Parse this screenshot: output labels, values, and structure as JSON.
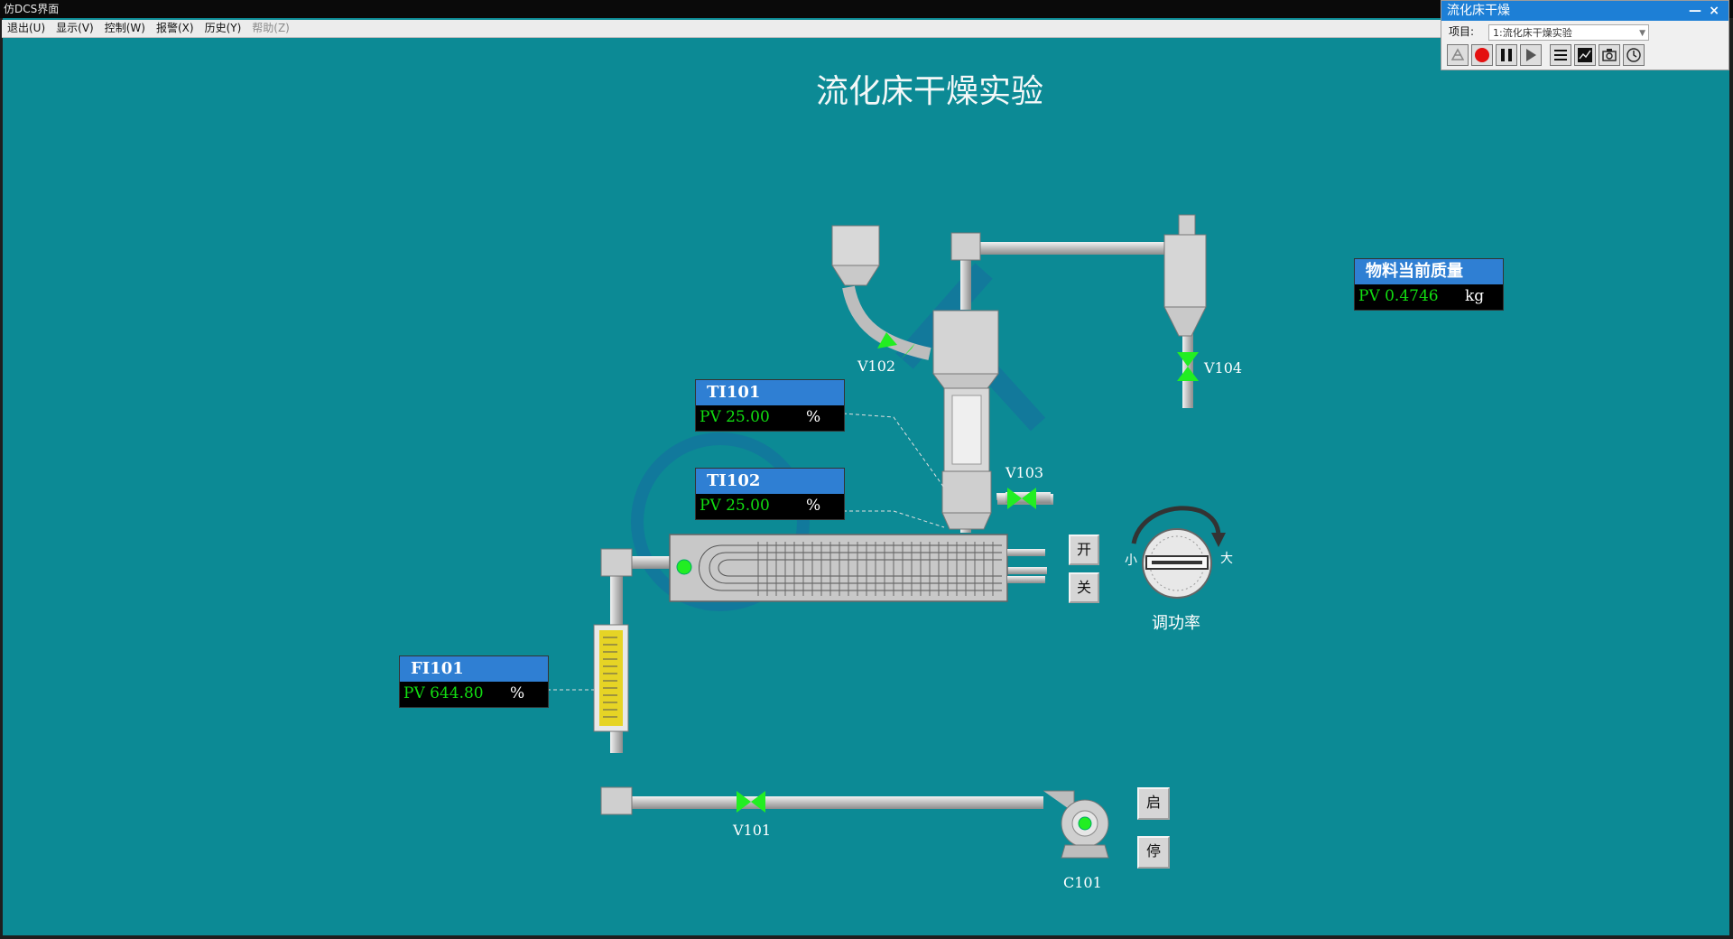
{
  "window": {
    "title": "仿DCS界面"
  },
  "menu": [
    {
      "label": "退出(U)",
      "enabled": true
    },
    {
      "label": "显示(V)",
      "enabled": true
    },
    {
      "label": "控制(W)",
      "enabled": true
    },
    {
      "label": "报警(X)",
      "enabled": true
    },
    {
      "label": "历史(Y)",
      "enabled": true
    },
    {
      "label": "帮助(Z)",
      "enabled": false
    }
  ],
  "page_title": "流化床干燥实验",
  "panel": {
    "title": "流化床干燥",
    "project_label": "项目:",
    "project_value": "1:流化床干燥实验",
    "minimize_glyph": "—",
    "close_glyph": "×",
    "toolbar": [
      "reset-icon",
      "record-icon",
      "pause-icon",
      "play-icon",
      "list-icon",
      "trend-icon",
      "camera-icon",
      "clock-icon"
    ]
  },
  "faceplates": {
    "ti101": {
      "tag": "TI101",
      "pv": "PV 25.00",
      "unit": "%"
    },
    "ti102": {
      "tag": "TI102",
      "pv": "PV 25.00",
      "unit": "%"
    },
    "fi101": {
      "tag": "FI101",
      "pv": "PV 644.80",
      "unit": "%"
    },
    "mass": {
      "tag": "物料当前质量",
      "pv": "PV 0.4746",
      "unit": "kg"
    }
  },
  "valves": {
    "v101": "V101",
    "v102": "V102",
    "v103": "V103",
    "v104": "V104"
  },
  "equipment": {
    "c101": "C101"
  },
  "heater": {
    "on_label": "开",
    "off_label": "关"
  },
  "knob": {
    "min_label": "小",
    "max_label": "大",
    "caption": "调功率"
  },
  "pump": {
    "start_label": "启",
    "stop_label": "停"
  },
  "colors": {
    "background": "#0c8a95",
    "faceplate_header": "#2f7fd3",
    "pv_text": "#11dd11",
    "valve_open": "#22ee22"
  }
}
